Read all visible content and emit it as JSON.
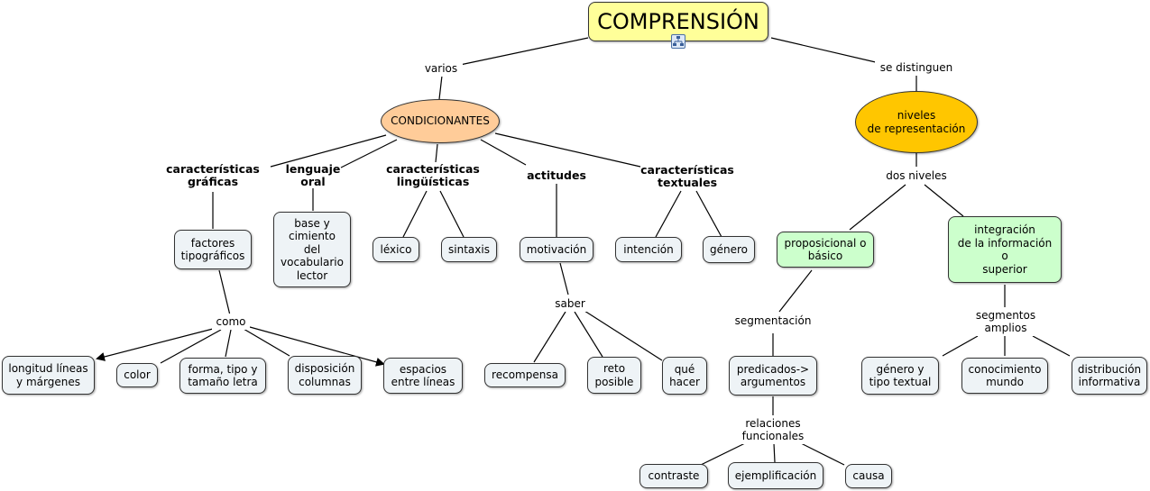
{
  "title": "COMPRENSIÓN",
  "title_icon": "concept-map-icon",
  "links": {
    "varios": "varios",
    "se_distinguen": "se distinguen",
    "como": "como",
    "saber": "saber",
    "dos_niveles": "dos niveles",
    "segmentacion": "segmentación",
    "segmentos_amplios": "segmentos\namplios",
    "relaciones_funcionales": "relaciones\nfuncionales"
  },
  "concepts": {
    "condicionantes": "CONDICIONANTES",
    "niveles": "niveles\nde representación",
    "car_graficas": "características\ngráficas",
    "lenguaje_oral": "lenguaje\noral",
    "car_linguisticas": "características\nlingüísticas",
    "actitudes": "actitudes",
    "car_textuales": "características\ntextuales",
    "factores": "factores\ntipográficos",
    "base": "base y\ncimiento\ndel\nvocabulario\nlector",
    "lexico": "léxico",
    "sintaxis": "sintaxis",
    "motivacion": "motivación",
    "intencion": "intención",
    "genero": "género",
    "proposicional": "proposicional o\nbásico",
    "integracion": "integración\nde la información\no\nsuperior",
    "longitud": "longitud líneas\ny márgenes",
    "color": "color",
    "forma": "forma, tipo y\ntamaño letra",
    "disposicion": "disposición\ncolumnas",
    "espacios": "espacios\nentre líneas",
    "recompensa": "recompensa",
    "reto": "reto\nposible",
    "que_hacer": "qué\nhacer",
    "predicados": "predicados->\nargumentos",
    "genero_tipo": "género y\ntipo textual",
    "conocimiento": "conocimiento\nmundo",
    "distribucion": "distribución\ninformativa",
    "contraste": "contraste",
    "ejemplificacion": "ejemplificación",
    "causa": "causa"
  },
  "colors": {
    "title_fill": "#ffff99",
    "condicionantes_fill": "#ffcc99",
    "niveles_fill": "#ffc600",
    "green_fill": "#ccffcc",
    "box_fill": "#eef3f6"
  }
}
